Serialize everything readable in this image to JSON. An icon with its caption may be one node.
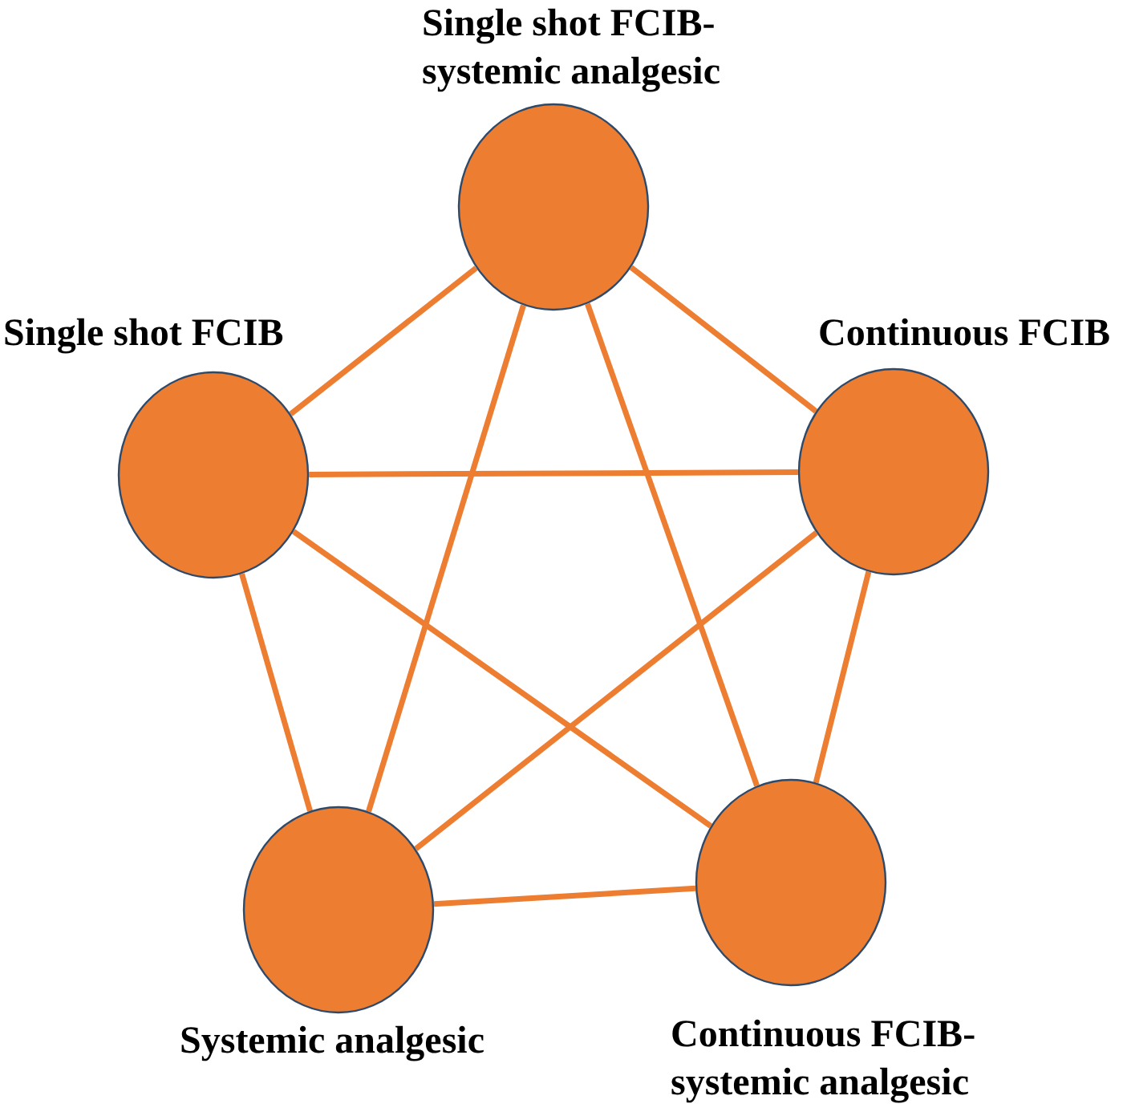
{
  "diagram": {
    "nodes": [
      {
        "text": [
          "Single shot FCIB-systemic analgesic"
        ]
      },
      {
        "text": [
          "Single shot FCIB"
        ]
      },
      {
        "text": [
          "Continuous FCIB"
        ]
      },
      {
        "text": [
          "Systemic analgesic"
        ]
      },
      {
        "text": [
          "Continuous FCIB-systemic analgesic"
        ]
      }
    ],
    "edges": [
      {
        "from": 0,
        "to": 1,
        "arrow": "none"
      },
      {
        "from": 0,
        "to": 2,
        "arrow": "none"
      },
      {
        "from": 0,
        "to": 3,
        "arrow": "none"
      },
      {
        "from": 0,
        "to": 4,
        "arrow": "none"
      },
      {
        "from": 1,
        "to": 2,
        "arrow": "none"
      },
      {
        "from": 1,
        "to": 3,
        "arrow": "none"
      },
      {
        "from": 1,
        "to": 4,
        "arrow": "none"
      },
      {
        "from": 2,
        "to": 3,
        "arrow": "none"
      },
      {
        "from": 2,
        "to": 4,
        "arrow": "none"
      },
      {
        "from": 3,
        "to": 4,
        "arrow": "none"
      }
    ]
  }
}
